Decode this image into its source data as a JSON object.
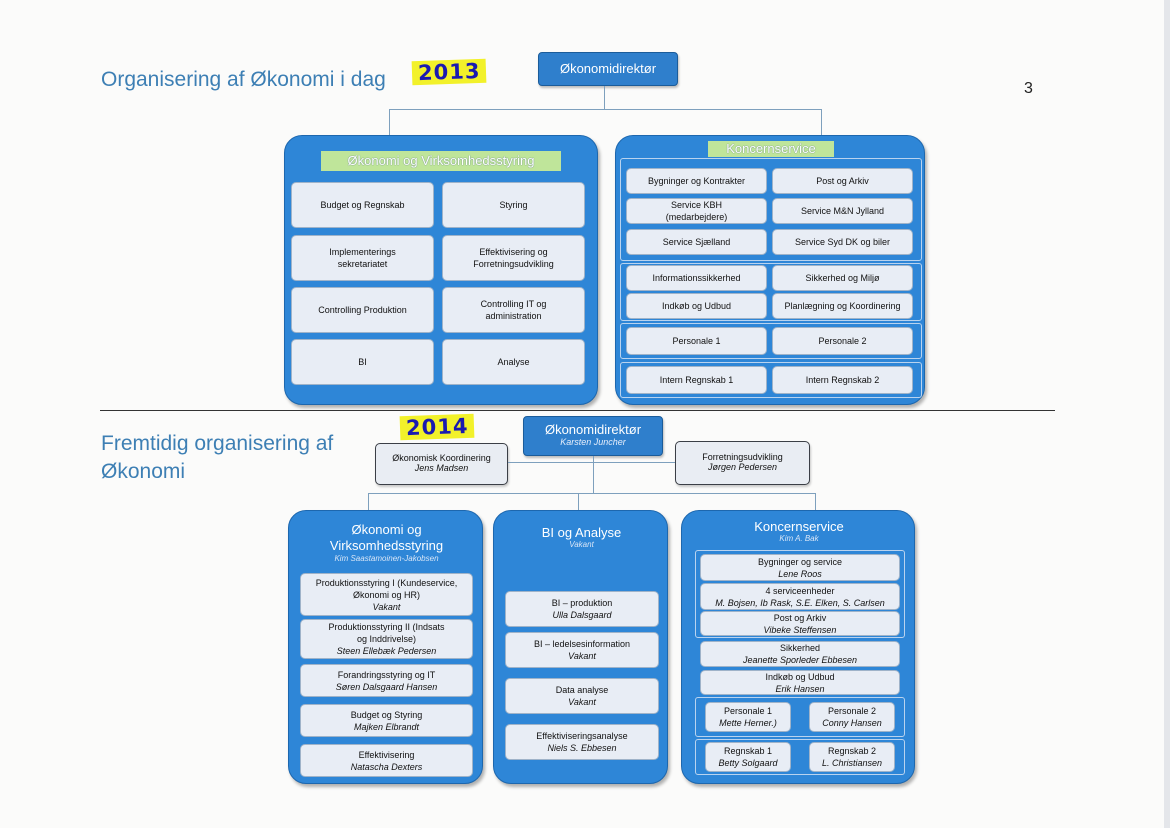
{
  "page_number": "3",
  "top": {
    "title": "Organisering af Økonomi i dag",
    "year_note": "2013",
    "director": "Økonomidirektør",
    "panel_left": {
      "title": "Økonomi og Virksomhedsstyring",
      "cells": [
        "Budget og Regnskab",
        "Styring",
        "Implementerings sekretariatet",
        "Effektivisering og Forretningsudvikling",
        "Controlling Produktion",
        "Controlling IT og administration",
        "BI",
        "Analyse"
      ]
    },
    "panel_right": {
      "title": "Koncernservice",
      "cells": [
        "Bygninger og Kontrakter",
        "Post og Arkiv",
        "Service KBH (medarbejdere)",
        "Service M&N Jylland",
        "Service Sjælland",
        "Service Syd DK og biler",
        "Informationssikkerhed",
        "Sikkerhed og Miljø",
        "Indkøb og Udbud",
        "Planlægning og Koordinering",
        "Personale 1",
        "Personale 2",
        "Intern Regnskab 1",
        "Intern Regnskab 2"
      ]
    }
  },
  "bottom": {
    "title": "Fremtidig organisering af Økonomi",
    "year_note": "2014",
    "director": {
      "label": "Økonomidirektør",
      "name": "Karsten Juncher"
    },
    "left_box": {
      "label": "Økonomisk Koordinering",
      "name": "Jens Madsen"
    },
    "right_box": {
      "label": "Forretningsudvikling",
      "name": "Jørgen Pedersen"
    },
    "panel_left": {
      "title": "Økonomi og Virksomhedsstyring",
      "name": "Kim Saastamoinen-Jakobsen",
      "cells": [
        {
          "label": "Produktionsstyring I (Kundeservice, Økonomi og HR)",
          "name": "Vakant"
        },
        {
          "label": "Produktionsstyring II (Indsats og Inddrivelse)",
          "name": "Steen Ellebæk Pedersen"
        },
        {
          "label": "Forandringsstyring og IT",
          "name": "Søren Dalsgaard Hansen"
        },
        {
          "label": "Budget og Styring",
          "name": "Majken Elbrandt"
        },
        {
          "label": "Effektivisering",
          "name": "Natascha Dexters"
        }
      ]
    },
    "panel_mid": {
      "title": "BI og Analyse",
      "name": "Vakant",
      "cells": [
        {
          "label": "BI – produktion",
          "name": "Ulla Dalsgaard"
        },
        {
          "label": "BI – ledelsesinformation",
          "name": "Vakant"
        },
        {
          "label": "Data analyse",
          "name": "Vakant"
        },
        {
          "label": "Effektiviseringsanalyse",
          "name": "Niels S. Ebbesen"
        }
      ]
    },
    "panel_right": {
      "title": "Koncernservice",
      "name": "Kim A. Bak",
      "cells": [
        {
          "label": "Bygninger og service",
          "name": "Lene Roos"
        },
        {
          "label": "4 serviceenheder",
          "name": "M. Bojsen, Ib Rask, S.E. Elken, S. Carlsen"
        },
        {
          "label": "Post og Arkiv",
          "name": "Vibeke Steffensen"
        },
        {
          "label": "Sikkerhed",
          "name": "Jeanette Sporleder Ebbesen"
        },
        {
          "label": "Indkøb og Udbud",
          "name": "Erik Hansen"
        },
        {
          "label": "Personale 1",
          "name": "Mette Herner.)"
        },
        {
          "label": "Personale 2",
          "name": "Conny Hansen"
        },
        {
          "label": "Regnskab 1",
          "name": "Betty Solgaard"
        },
        {
          "label": "Regnskab 2",
          "name": "L. Christiansen"
        }
      ]
    }
  }
}
